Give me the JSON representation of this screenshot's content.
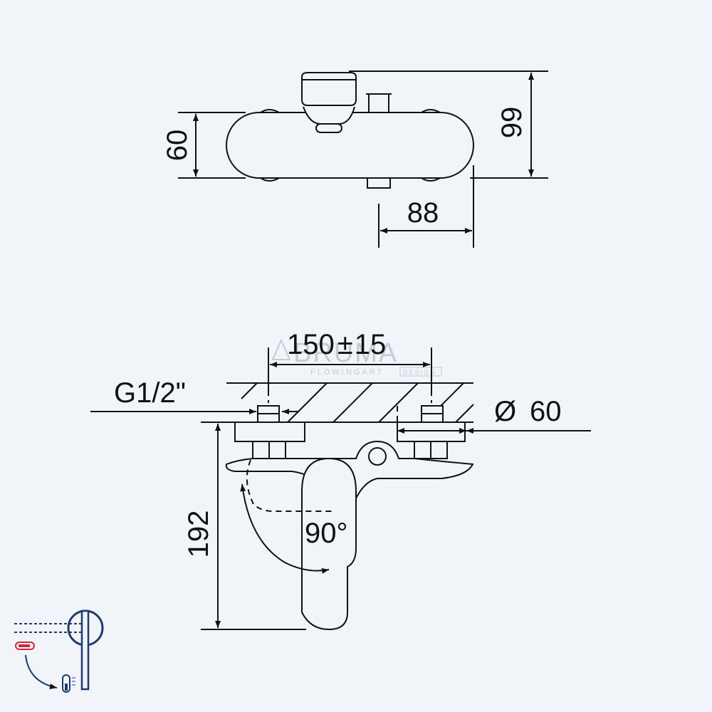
{
  "top_view": {
    "height_body": "60",
    "height_total": "99",
    "depth_outlet": "88"
  },
  "front_view": {
    "inlet_spacing": "150",
    "tolerance_symbol": "±",
    "tolerance": "15",
    "thread": "G1/2\"",
    "diameter_symbol": "Ø",
    "diameter": "60",
    "height": "192",
    "rotation_angle": "90°"
  },
  "watermark": {
    "brand": "BRUMA",
    "tagline": "FLOWINGART",
    "tagline_suffix": "DESIGN"
  },
  "icon": "hot-cold-lever-icon",
  "colors": {
    "background": "#f1f4f8",
    "line": "#111111",
    "icon_blue": "#1f3a6e",
    "icon_red": "#d2283c",
    "icon_light_blue": "#7aa0e0",
    "watermark": "#c5ccd8"
  }
}
